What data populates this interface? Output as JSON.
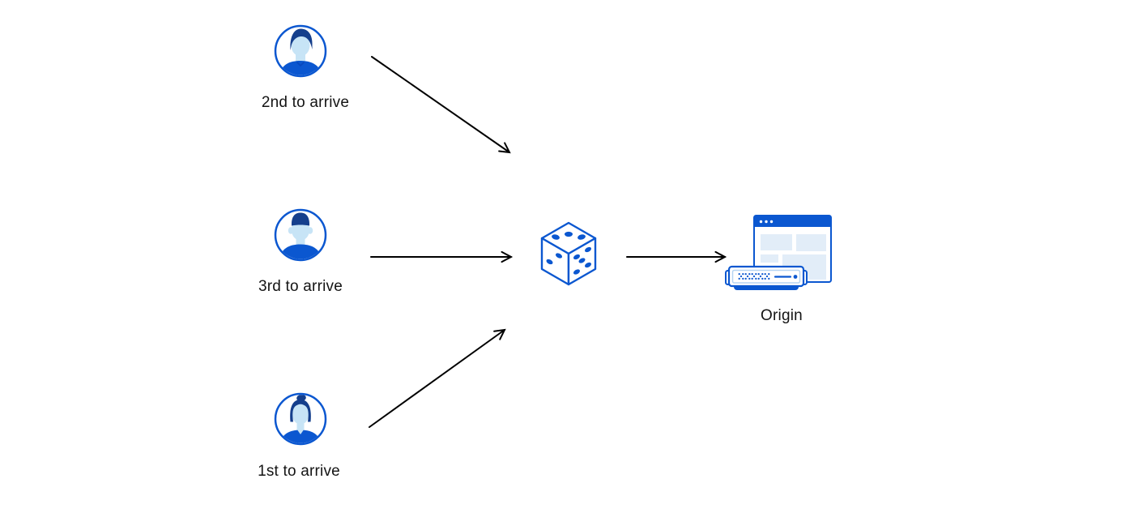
{
  "page": {
    "background": "#ffffff"
  },
  "diagram": {
    "type": "flow-illustration",
    "clients": [
      {
        "id": "second",
        "label": "2nd to arrive",
        "icon": "user-avatar-man-side-swept-hair-icon"
      },
      {
        "id": "third",
        "label": "3rd to arrive",
        "icon": "user-avatar-man-flat-top-hair-icon"
      },
      {
        "id": "first",
        "label": "1st to arrive",
        "icon": "user-avatar-woman-hair-bun-icon"
      }
    ],
    "randomizer": {
      "id": "dice",
      "icon": "dice-cube-icon"
    },
    "origin": {
      "id": "origin",
      "label": "Origin",
      "icon": "origin-server-browser-icon"
    },
    "edges": [
      {
        "from": "second",
        "to": "dice"
      },
      {
        "from": "third",
        "to": "dice"
      },
      {
        "from": "first",
        "to": "dice"
      },
      {
        "from": "dice",
        "to": "origin"
      }
    ],
    "colors": {
      "icon_blue": "#0b57d0",
      "hair_dark_blue": "#153f8c",
      "skin_light_blue": "#c7e4f6",
      "panel_light_blue": "#e2edf8",
      "arrow": "#000000",
      "label_text": "#141414"
    }
  }
}
